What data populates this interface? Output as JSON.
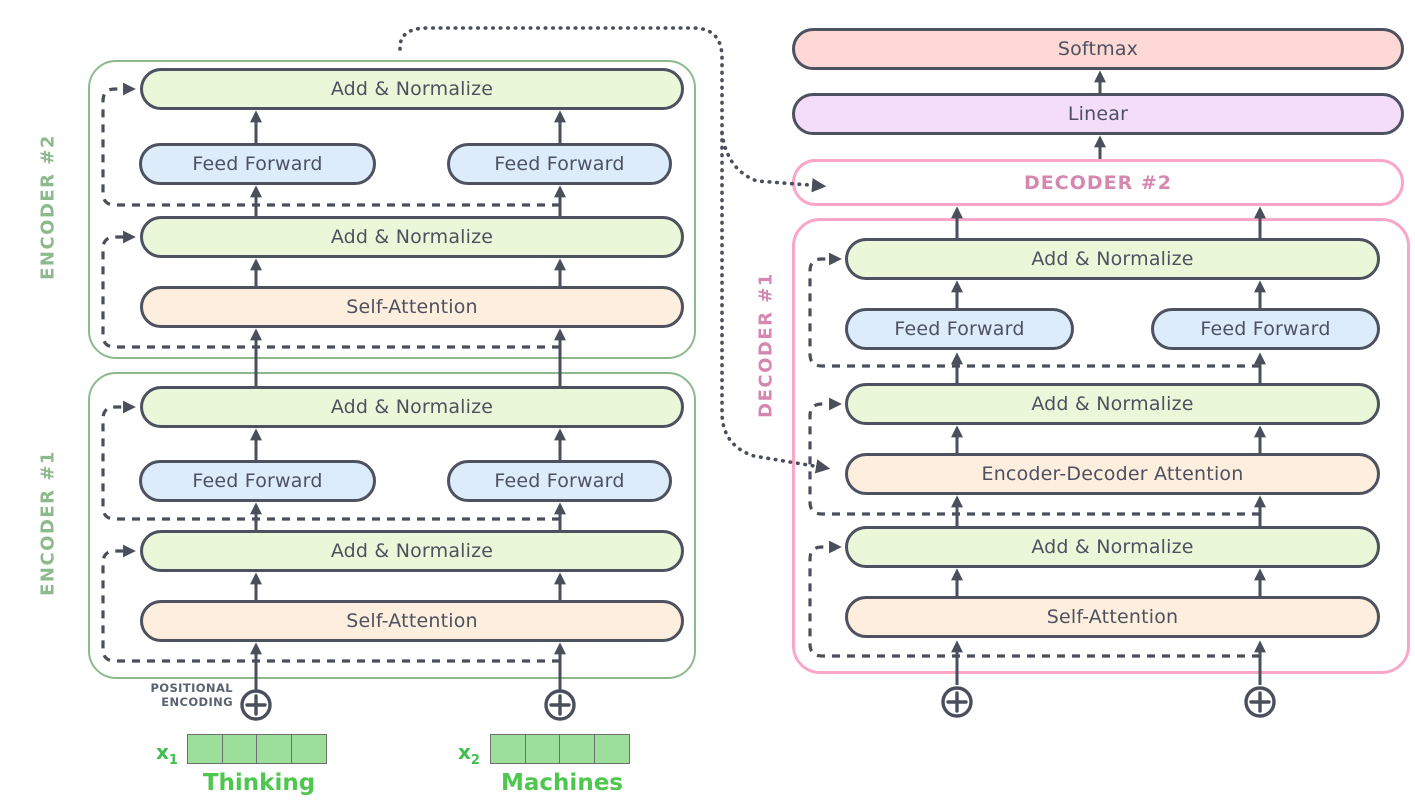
{
  "title": "Transformer encoder-decoder architecture diagram",
  "encoder2": {
    "label": "ENCODER #2",
    "add_norm_top": "Add & Normalize",
    "feed_forward_left": "Feed Forward",
    "feed_forward_right": "Feed Forward",
    "add_norm_bottom": "Add & Normalize",
    "self_attention": "Self-Attention"
  },
  "encoder1": {
    "label": "ENCODER #1",
    "add_norm_top": "Add & Normalize",
    "feed_forward_left": "Feed Forward",
    "feed_forward_right": "Feed Forward",
    "add_norm_bottom": "Add & Normalize",
    "self_attention": "Self-Attention"
  },
  "output_stack": {
    "softmax": "Softmax",
    "linear": "Linear",
    "decoder2_label": "DECODER #2"
  },
  "decoder1": {
    "label": "DECODER #1",
    "add_norm_top": "Add & Normalize",
    "feed_forward_left": "Feed Forward",
    "feed_forward_right": "Feed Forward",
    "add_norm_mid": "Add & Normalize",
    "encoder_decoder_attention": "Encoder-Decoder Attention",
    "add_norm_bottom": "Add & Normalize",
    "self_attention": "Self-Attention"
  },
  "positional_encoding": {
    "line1": "POSITIONAL",
    "line2": "ENCODING"
  },
  "inputs": [
    {
      "var": "x",
      "sub": "1",
      "word": "Thinking"
    },
    {
      "var": "x",
      "sub": "2",
      "word": "Machines"
    }
  ],
  "colors": {
    "add_normalize_fill": "#eaf7d9",
    "feed_forward_fill": "#dcecfa",
    "attention_fill": "#fdeedd",
    "softmax_fill": "#fdd8d4",
    "linear_fill": "#f3ddf8",
    "encoder_accent": "#8cba8c",
    "decoder_accent": "#f9a6c8",
    "decoder_text": "#d687af",
    "input_green": "#4ec74e",
    "embedding_cell_fill": "#9bdf9b",
    "line_color": "#4b4f5c",
    "positional_label_gray": "#5a6270"
  }
}
